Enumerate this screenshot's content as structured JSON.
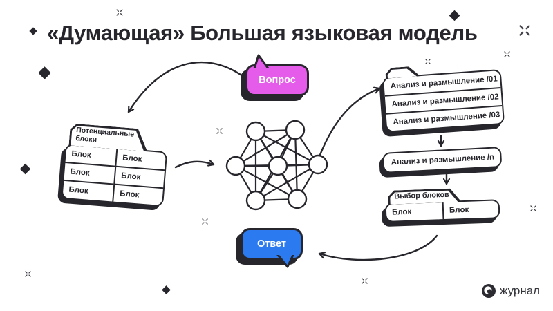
{
  "title": "«Думающая» Большая языковая модель",
  "flow": {
    "question": {
      "label": "Вопрос"
    },
    "answer": {
      "label": "Ответ"
    },
    "potential_blocks": {
      "tab_label": "Потенциальные блоки",
      "cells": [
        "Блок",
        "Блок",
        "Блок",
        "Блок",
        "Блок",
        "Блок"
      ]
    },
    "analysis_stack": {
      "rows": [
        "Анализ и размышление /01",
        "Анализ и размышление /02",
        "Анализ и размышление /03"
      ]
    },
    "analysis_final": {
      "label": "Анализ и размышление /n"
    },
    "block_selection": {
      "tab_label": "Выбор блоков",
      "cells": [
        "Блок",
        "Блок"
      ]
    }
  },
  "footer": {
    "logo_label": "журнал"
  },
  "colors": {
    "ink": "#26262c",
    "question_bubble": "#e45ce9",
    "answer_bubble": "#2b7af0",
    "background": "#ffffff"
  }
}
